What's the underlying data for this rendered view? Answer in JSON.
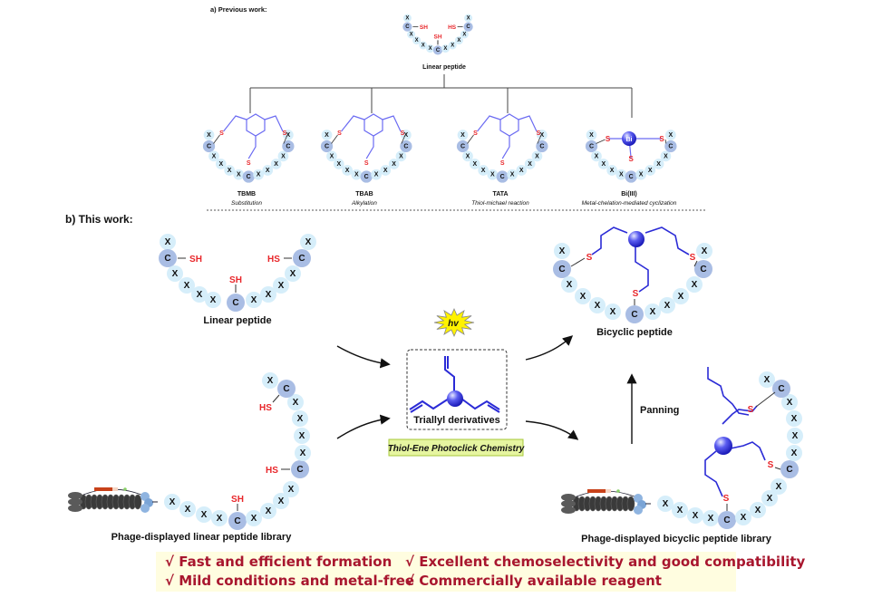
{
  "section_a": {
    "label": "a) Previous work:",
    "linear_peptide_label": "Linear peptide",
    "methods": [
      {
        "name": "TBMB",
        "description": "Substitution"
      },
      {
        "name": "TBAB",
        "description": "Alkylation"
      },
      {
        "name": "TATA",
        "description": "Thiol-michael reaction"
      },
      {
        "name": "Bi(III)",
        "description": "Metal-chelation-mediated cyclization"
      }
    ],
    "metal_label": "Bi"
  },
  "section_b": {
    "label": "b) This work:",
    "linear_peptide_label": "Linear peptide",
    "bicyclic_peptide_label": "Bicyclic  peptide",
    "phage_linear_label": "Phage-displayed linear peptide library",
    "phage_bicyclic_label": "Phage-displayed bicyclic peptide library",
    "hv_label": "hv",
    "reagent_label": "Triallyl derivatives",
    "chemistry_label": "Thiol-Ene Photoclick Chemistry",
    "panning_label": "Panning"
  },
  "residues": {
    "x": "X",
    "c": "C",
    "sh": "SH",
    "hs": "HS",
    "s": "S"
  },
  "benefits": [
    "√ Fast and efficient formation",
    "√ Excellent chemoselectivity and good compatibility",
    "√ Mild conditions and metal-free",
    "√ Commercially available reagent"
  ],
  "colors": {
    "thiol_red": "#e8262a",
    "linker_blue": "#2b2bd6",
    "benefit_text": "#a8162e",
    "benefit_bg": "#fffde0",
    "chem_box_bg": "#e6f5a0"
  }
}
